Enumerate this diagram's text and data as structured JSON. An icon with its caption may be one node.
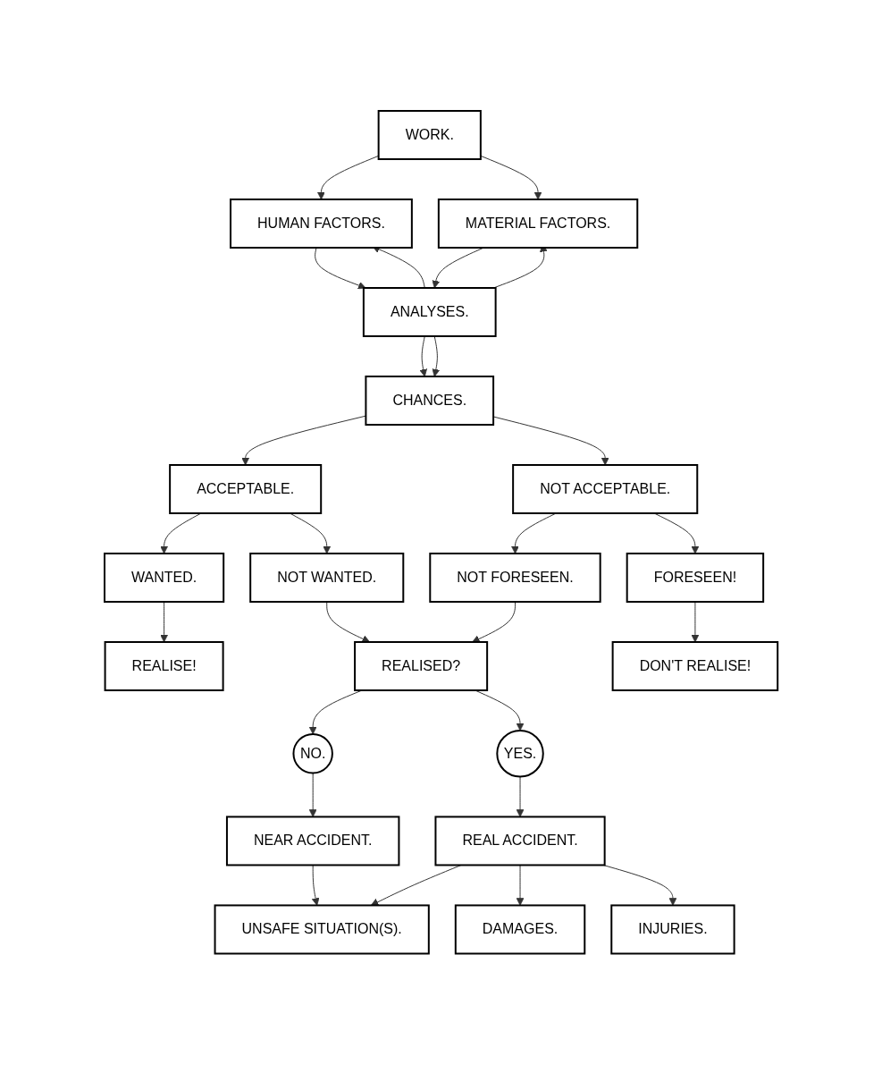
{
  "diagram": {
    "nodes": [
      {
        "text": [
          "WORK."
        ]
      },
      {
        "text": [
          "HUMAN FACTORS."
        ]
      },
      {
        "text": [
          "MATERIAL FACTORS."
        ]
      },
      {
        "text": [
          "ANALYSES."
        ]
      },
      {
        "text": [
          "CHANCES."
        ]
      },
      {
        "text": [
          "ACCEPTABLE."
        ]
      },
      {
        "text": [
          "NOT ACCEPTABLE."
        ]
      },
      {
        "text": [
          "WANTED."
        ]
      },
      {
        "text": [
          "NOT WANTED."
        ]
      },
      {
        "text": [
          "NOT FORESEEN."
        ]
      },
      {
        "text": [
          "FORESEEN!"
        ]
      },
      {
        "text": [
          "REALISE!"
        ]
      },
      {
        "text": [
          "REALISED?"
        ]
      },
      {
        "text": [
          "DON'T REALISE!"
        ]
      },
      {
        "text": [
          "NO."
        ]
      },
      {
        "text": [
          "YES."
        ]
      },
      {
        "text": [
          "NEAR ACCIDENT."
        ]
      },
      {
        "text": [
          "REAL ACCIDENT."
        ]
      },
      {
        "text": [
          "UNSAFE SITUATION(S)."
        ]
      },
      {
        "text": [
          "DAMAGES."
        ]
      },
      {
        "text": [
          "INJURIES."
        ]
      }
    ],
    "edges": [
      {
        "from": 0,
        "to": 1,
        "arrow": "to"
      },
      {
        "from": 0,
        "to": 2,
        "arrow": "to"
      },
      {
        "from": 1,
        "to": 3,
        "arrow": "to"
      },
      {
        "from": 3,
        "to": 1,
        "arrow": "to"
      },
      {
        "from": 2,
        "to": 3,
        "arrow": "to"
      },
      {
        "from": 3,
        "to": 2,
        "arrow": "to"
      },
      {
        "from": 3,
        "to": 4,
        "arrow": "to"
      },
      {
        "from": 3,
        "to": 4,
        "arrow": "to"
      },
      {
        "from": 4,
        "to": 5,
        "arrow": "to"
      },
      {
        "from": 4,
        "to": 6,
        "arrow": "to"
      },
      {
        "from": 5,
        "to": 7,
        "arrow": "to"
      },
      {
        "from": 5,
        "to": 8,
        "arrow": "to"
      },
      {
        "from": 6,
        "to": 9,
        "arrow": "to"
      },
      {
        "from": 6,
        "to": 10,
        "arrow": "to"
      },
      {
        "from": 7,
        "to": 11,
        "arrow": "to"
      },
      {
        "from": 8,
        "to": 12,
        "arrow": "to"
      },
      {
        "from": 9,
        "to": 12,
        "arrow": "to"
      },
      {
        "from": 10,
        "to": 13,
        "arrow": "to"
      },
      {
        "from": 12,
        "to": 14,
        "arrow": "to"
      },
      {
        "from": 12,
        "to": 15,
        "arrow": "to"
      },
      {
        "from": 14,
        "to": 16,
        "arrow": "to"
      },
      {
        "from": 15,
        "to": 17,
        "arrow": "to"
      },
      {
        "from": 16,
        "to": 18,
        "arrow": "to"
      },
      {
        "from": 17,
        "to": 18,
        "arrow": "to"
      },
      {
        "from": 17,
        "to": 19,
        "arrow": "to"
      },
      {
        "from": 17,
        "to": 20,
        "arrow": "to"
      }
    ]
  }
}
